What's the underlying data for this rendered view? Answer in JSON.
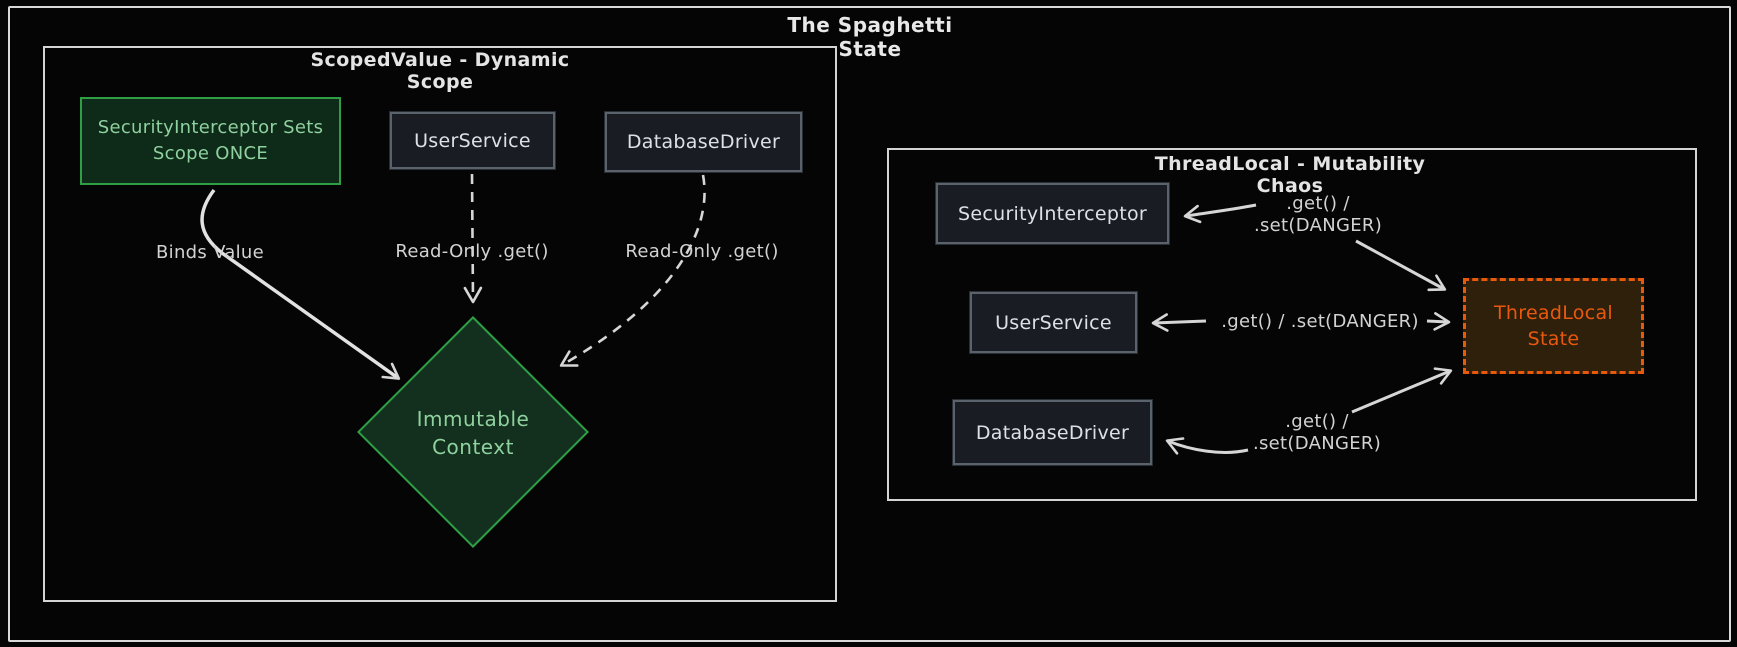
{
  "title": "The Spaghetti State",
  "colors": {
    "background": "#050505",
    "frame_border": "#d9d9d9",
    "arrow": "#d6d6d6",
    "green_accent": "#2f9e44",
    "green_text": "#8fd19e",
    "orange_accent": "#e8590c",
    "dark_node_fill": "#191d23",
    "dark_node_border": "#5a626c",
    "node_text": "#dce1e6"
  },
  "left_panel": {
    "title": "ScopedValue - Dynamic Scope",
    "nodes": {
      "security_interceptor": {
        "line1": "SecurityInterceptor Sets",
        "line2": "Scope ONCE"
      },
      "user_service": {
        "label": "UserService"
      },
      "database_driver": {
        "label": "DatabaseDriver"
      },
      "immutable_context": {
        "line1": "Immutable",
        "line2": "Context"
      }
    },
    "edges": {
      "binds_value": "Binds Value",
      "read_only_user": "Read-Only .get()",
      "read_only_db": "Read-Only .get()"
    }
  },
  "right_panel": {
    "title": "ThreadLocal - Mutability Chaos",
    "nodes": {
      "security_interceptor": {
        "label": "SecurityInterceptor"
      },
      "user_service": {
        "label": "UserService"
      },
      "database_driver": {
        "label": "DatabaseDriver"
      },
      "threadlocal_state": {
        "line1": "ThreadLocal",
        "line2": "State"
      }
    },
    "edges": {
      "security_label": {
        "line1": ".get() /",
        "line2": ".set(DANGER)"
      },
      "user_label": ".get() / .set(DANGER)",
      "database_label": {
        "line1": ".get() /",
        "line2": ".set(DANGER)"
      }
    }
  }
}
